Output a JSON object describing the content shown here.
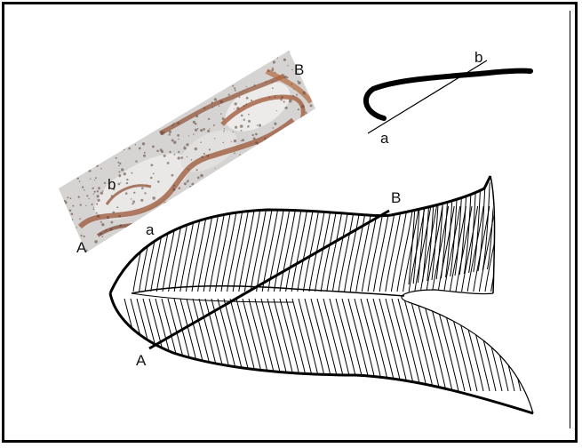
{
  "labels": {
    "photo_B": "B",
    "photo_b": "b",
    "photo_a": "a",
    "photo_A": "A",
    "profile_a": "a",
    "profile_b": "b",
    "drawing_A": "A",
    "drawing_B": "B"
  },
  "colors": {
    "line": "#000000",
    "photo_base": "#d9d7d6",
    "photo_rust": "#9a5535"
  },
  "icons": {
    "photo": "fossil-specimen-photo",
    "profile": "cross-section-profile",
    "drawing": "frond-reconstruction-drawing"
  }
}
